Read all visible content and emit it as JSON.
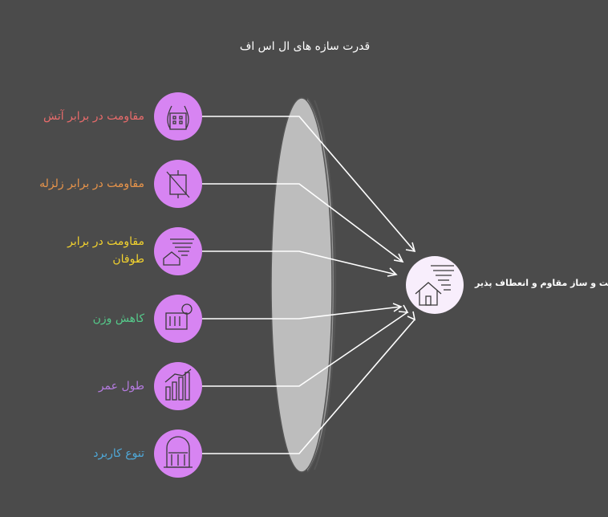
{
  "title": "قدرت سازه های ال اس اف",
  "factors": [
    {
      "label": "مقاومت در برابر آتش",
      "color": "#e86b6b",
      "icon": "building-fire-icon"
    },
    {
      "label": "مقاومت در برابر زلزله",
      "color": "#e8944a",
      "icon": "earthquake-icon"
    },
    {
      "label_line1": "مقاومت در برابر",
      "label_line2": "طوفان",
      "color": "#f2d22e",
      "icon": "storm-house-icon"
    },
    {
      "label": "کاهش وزن",
      "color": "#55c98a",
      "icon": "weight-scale-icon"
    },
    {
      "label": "طول عمر",
      "color": "#b57be0",
      "icon": "growth-chart-icon"
    },
    {
      "label": "تنوع کاربرد",
      "color": "#4fa8d8",
      "icon": "building-facade-icon"
    }
  ],
  "result": {
    "label": "ساخت و ساز مقاوم و انعطاف پذیر",
    "icon": "resilient-house-icon"
  },
  "colors": {
    "background": "#4b4b4b",
    "icon_fill": "#d784f2",
    "lens": "#c2c2c2"
  }
}
